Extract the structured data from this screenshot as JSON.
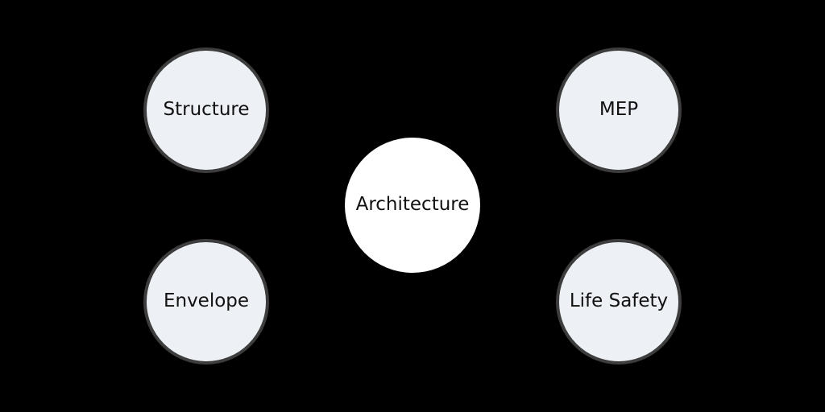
{
  "diagram": {
    "background_color": "#000000",
    "node_style": {
      "satellite_fill": "#edf1f5",
      "satellite_border": "#3d3d3d",
      "center_fill": "#ffffff",
      "text_color": "#111111"
    },
    "center_node": {
      "label": "Architecture"
    },
    "nodes": [
      {
        "id": "structure",
        "label": "Structure"
      },
      {
        "id": "mep",
        "label": "MEP"
      },
      {
        "id": "envelope",
        "label": "Envelope"
      },
      {
        "id": "life-safety",
        "label": "Life Safety"
      }
    ]
  }
}
